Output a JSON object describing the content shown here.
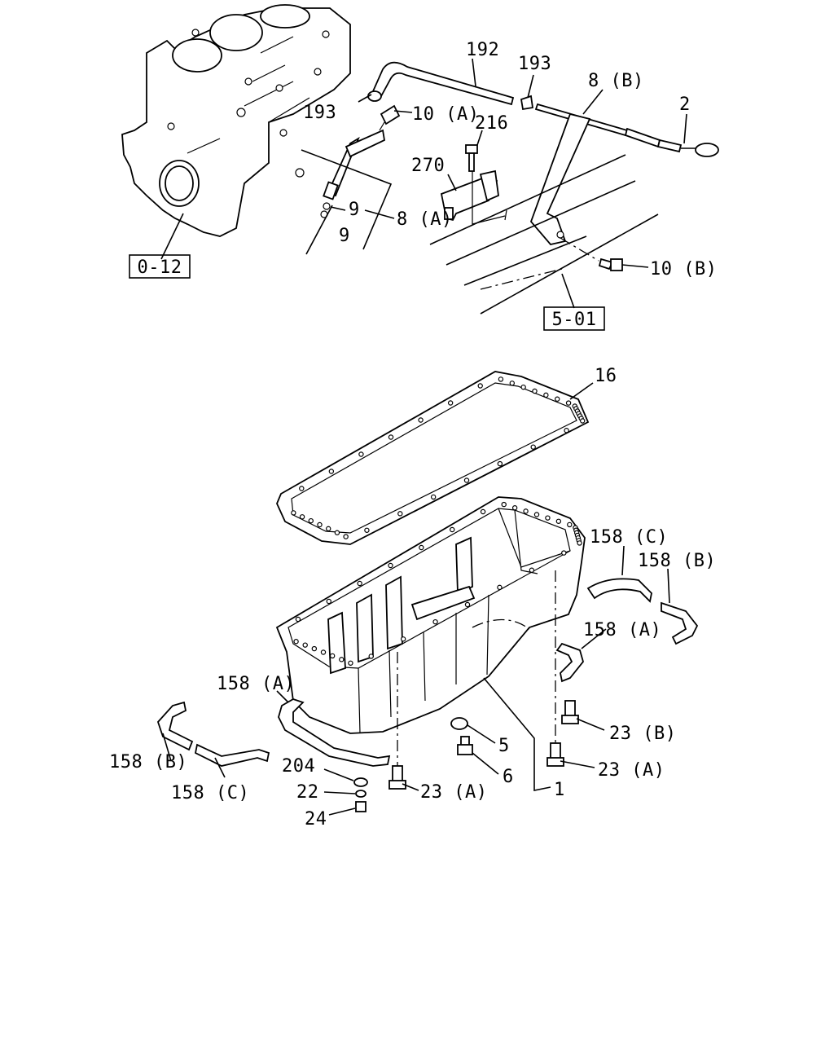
{
  "references": {
    "engine_block": "0-12",
    "frame": "5-01"
  },
  "callouts": {
    "c192": "192",
    "c193_left": "193",
    "c193_right": "193",
    "c8b": "8 (B)",
    "c2": "2",
    "c10a": "10 (A)",
    "c216": "216",
    "c270": "270",
    "c9_top": "9",
    "c9_bottom": "9",
    "c8a": "8 (A)",
    "c10b": "10 (B)",
    "c16": "16",
    "c158c_right": "158 (C)",
    "c158b_right": "158 (B)",
    "c158a_right": "158 (A)",
    "c158a_left": "158 (A)",
    "c158b_left": "158 (B)",
    "c158c_left": "158 (C)",
    "c23b": "23 (B)",
    "c5": "5",
    "c23a_right": "23 (A)",
    "c6": "6",
    "c1": "1",
    "c204": "204",
    "c22": "22",
    "c24": "24",
    "c23a_left": "23 (A)"
  },
  "icons": [
    "engine-block-icon",
    "oil-pan-icon",
    "dipstick-icon",
    "gasket-icon",
    "bolt-icon",
    "bracket-icon"
  ]
}
